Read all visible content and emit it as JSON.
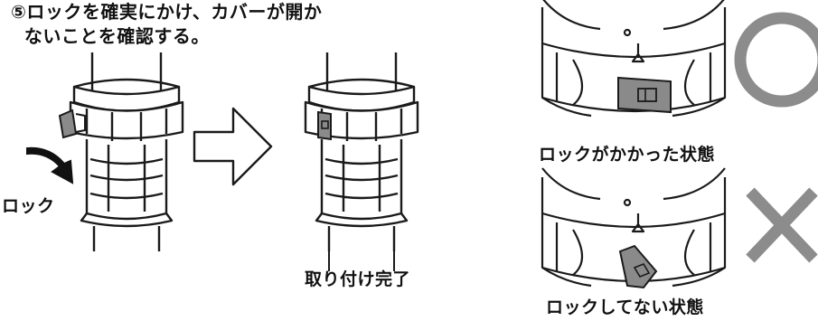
{
  "instruction": {
    "line1": "⑤ロックを確実にかけ、カバーが開か",
    "line2": "  ないことを確認する。"
  },
  "labels": {
    "lock_action": "ロック",
    "install_complete": "取り付け完了",
    "locked_state": "ロックがかかった状態",
    "unlocked_state": "ロックしてない状態"
  },
  "symbols": {
    "correct": "circle-mark",
    "incorrect": "cross-mark"
  },
  "colors": {
    "lock_tab": "#8a8a8a",
    "mark": "#8c8c8c",
    "line": "#1a1a1a"
  }
}
